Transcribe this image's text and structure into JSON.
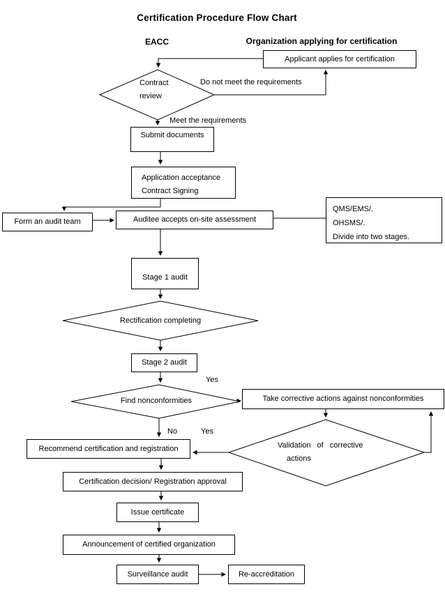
{
  "title": "Certification Procedure Flow Chart",
  "columns": {
    "left": "EACC",
    "right": "Organization applying for certification"
  },
  "nodes": {
    "applicant": {
      "label": "Applicant applies for certification"
    },
    "contract_review": {
      "lines": [
        "Contract",
        "review"
      ]
    },
    "submit": {
      "label": "Submit documents"
    },
    "acceptance": {
      "lines": [
        "Application acceptance",
        "Contract Signing"
      ]
    },
    "form_team": {
      "label": "Form an audit team"
    },
    "auditee": {
      "label": "Auditee accepts on-site assessment"
    },
    "qms_note": {
      "lines": [
        "QMS/EMS/.",
        "OHSMS/.",
        "Divide into two stages."
      ]
    },
    "stage1": {
      "label": "Stage 1 audit"
    },
    "rectification": {
      "label": "Rectification completing"
    },
    "stage2": {
      "label": "Stage 2 audit"
    },
    "find_nc": {
      "label": "Find nonconformities"
    },
    "corrective": {
      "label": "Take corrective actions against nonconformities"
    },
    "validation": {
      "lines": [
        "Validation of corrective",
        "actions"
      ]
    },
    "recommend": {
      "label": "Recommend certification and registration"
    },
    "decision": {
      "label": "Certification decision/ Registration approval"
    },
    "issue": {
      "label": "Issue certificate"
    },
    "announce": {
      "label": "Announcement of certified organization"
    },
    "surveillance": {
      "label": "Surveillance audit"
    },
    "reaccreditation": {
      "label": "Re-accreditation"
    }
  },
  "edge_labels": {
    "not_meet": "Do not meet the requirements",
    "meet": "Meet the requirements",
    "yes_find": "Yes",
    "no_find": "No",
    "yes_validation": "Yes"
  },
  "colors": {
    "line": "#000000",
    "box_border": "#000000",
    "background": "#ffffff",
    "text": "#000000"
  }
}
